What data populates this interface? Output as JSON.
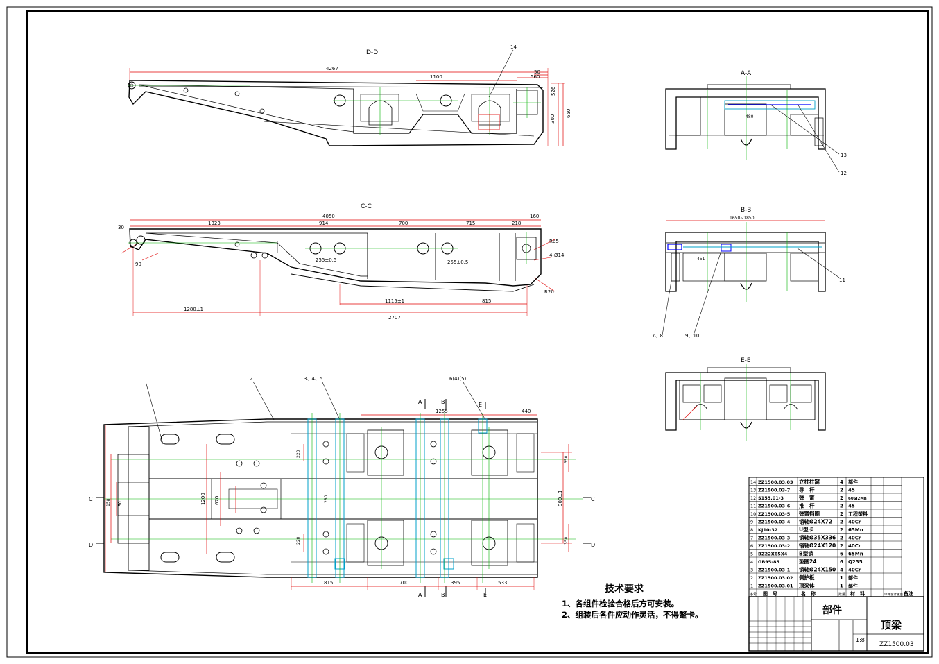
{
  "views": {
    "dd": "D-D",
    "cc": "C-C",
    "aa": "A-A",
    "bb": "B-B",
    "ee": "E-E"
  },
  "dims_dd": {
    "overall": "4267",
    "d1100": "1100",
    "d560": "560",
    "d50": "50",
    "d526": "526",
    "d300": "300",
    "d650": "650",
    "callout14": "14"
  },
  "dims_cc": {
    "overall": "4050",
    "d1323": "1323",
    "d914": "914",
    "d700": "700",
    "d715": "715",
    "d218": "218",
    "d160": "160",
    "d1280": "1280±1",
    "d2707": "2707",
    "d1115": "1115±1",
    "d815": "815",
    "d255a": "255±0.5",
    "d255b": "255±0.5",
    "r65": "R65",
    "r20": "R20",
    "d4phi14": "4-Ø14",
    "d90": "90",
    "d30": "30"
  },
  "dims_aa": {
    "d480": "480",
    "callout13": "13",
    "callout12": "12"
  },
  "dims_bb": {
    "overall": "1650~1850",
    "d451": "451",
    "callout11": "11",
    "callout78": "7、8",
    "callout910": "9、10"
  },
  "dims_plan": {
    "d1255": "1255",
    "d440": "440",
    "d815": "815",
    "d700": "700",
    "d395": "395",
    "d533": "533",
    "d1200": "1200",
    "d670": "670",
    "d900": "900±1",
    "d350a": "350",
    "d350b": "350",
    "d220a": "220",
    "d220b": "220",
    "d280": "280",
    "d158": "158",
    "d50": "50",
    "c1": "1",
    "c2": "2",
    "c345": "3、4、5",
    "c6": "6(4)(5)",
    "sa": "A",
    "sb": "B",
    "se": "E",
    "sc": "C",
    "sd": "D"
  },
  "notes": {
    "title": "技术要求",
    "line1": "1、各组件检验合格后方可安装。",
    "line2": "2、组装后各件应动作灵活，不得蹩卡。"
  },
  "bom": {
    "rows": [
      {
        "no": "14",
        "code": "ZZ1500.03.03",
        "name": "立柱柱窝",
        "qty": "4",
        "mat": "部件"
      },
      {
        "no": "13",
        "code": "ZZ1500.03-7",
        "name": "导　杆",
        "qty": "2",
        "mat": "45"
      },
      {
        "no": "12",
        "code": "S155.01-3",
        "name": "弹　簧",
        "qty": "2",
        "mat": "60Si2Mn"
      },
      {
        "no": "11",
        "code": "ZZ1500.03-6",
        "name": "推　杆",
        "qty": "2",
        "mat": "45"
      },
      {
        "no": "10",
        "code": "ZZ1500.03-5",
        "name": "弹簧挡圈",
        "qty": "2",
        "mat": "工程塑料"
      },
      {
        "no": "9",
        "code": "ZZ1500.03-4",
        "name": "销轴Ø24X72",
        "qty": "2",
        "mat": "40Cr"
      },
      {
        "no": "8",
        "code": "KJ10-32",
        "name": "U型卡",
        "qty": "2",
        "mat": "65Mn"
      },
      {
        "no": "7",
        "code": "ZZ1500.03-3",
        "name": "销轴Ø35X336",
        "qty": "2",
        "mat": "40Cr"
      },
      {
        "no": "6",
        "code": "ZZ1500.03-2",
        "name": "销轴Ø24X120",
        "qty": "2",
        "mat": "40Cr"
      },
      {
        "no": "5",
        "code": "BZ22X65X4",
        "name": "B型销",
        "qty": "6",
        "mat": "65Mn"
      },
      {
        "no": "4",
        "code": "GB95-85",
        "name": "垫圈24",
        "qty": "6",
        "mat": "Q235"
      },
      {
        "no": "3",
        "code": "ZZ1500.03-1",
        "name": "销轴Ø24X150",
        "qty": "4",
        "mat": "40Cr"
      },
      {
        "no": "2",
        "code": "ZZ1500.03.02",
        "name": "侧护板",
        "qty": "1",
        "mat": "部件"
      },
      {
        "no": "1",
        "code": "ZZ1500.03.01",
        "name": "顶梁体",
        "qty": "1",
        "mat": "部件"
      }
    ],
    "header": {
      "no": "序号",
      "code": "图　号",
      "name": "名　称",
      "qty": "数量",
      "mat": "材　料",
      "weight": "单件总计重量",
      "remark": "备注"
    }
  },
  "title_block": {
    "part": "部件",
    "name": "顶梁",
    "scale": "1:8",
    "drawing_no": "ZZ1500.03"
  },
  "colors": {
    "line": "#000000",
    "center": "#00b400",
    "dim": "#e00000",
    "hidden": "#00a0c8",
    "part": "#0000ff"
  }
}
